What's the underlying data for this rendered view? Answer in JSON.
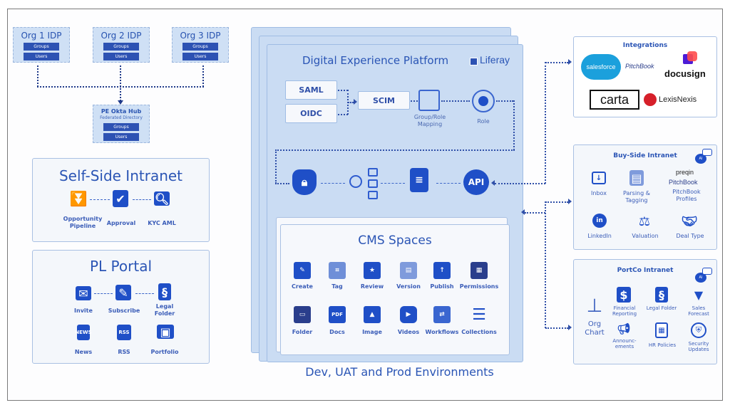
{
  "idp_sources": [
    {
      "title": "Org 1 IDP",
      "groups": "Groups",
      "users": "Users"
    },
    {
      "title": "Org 2 IDP",
      "groups": "Groups",
      "users": "Users"
    },
    {
      "title": "Org 3 IDP",
      "groups": "Groups",
      "users": "Users"
    }
  ],
  "okta_hub": {
    "title": "PE Okta Hub",
    "subtitle": "Federated Directory",
    "groups": "Groups",
    "users": "Users"
  },
  "self_side_intranet": {
    "title": "Self-Side Intranet",
    "steps": [
      {
        "icon": "funnel-icon",
        "label": "Opportunity Pipeline"
      },
      {
        "icon": "approval-icon",
        "label": "Approval"
      },
      {
        "icon": "kyc-search-icon",
        "label": "KYC AML"
      }
    ]
  },
  "pl_portal": {
    "title": "PL Portal",
    "row1": [
      {
        "icon": "envelope-icon",
        "label": "Invite"
      },
      {
        "icon": "subscribe-icon",
        "label": "Subscribe"
      },
      {
        "icon": "legal-document-icon",
        "label": "Legal Folder"
      }
    ],
    "row2": [
      {
        "icon": "newspaper-icon",
        "label": "News"
      },
      {
        "icon": "rss-icon",
        "label": "RSS"
      },
      {
        "icon": "portfolio-monitor-icon",
        "label": "Portfolio"
      }
    ]
  },
  "dxp": {
    "title": "Digital Experience Platform",
    "brand": "Liferay",
    "auth": [
      "SAML",
      "OIDC"
    ],
    "scim": "SCIM",
    "mapping_label": "Group/Role Mapping",
    "role_label": "Role",
    "pipeline_icons": [
      "secure-user-icon",
      "content-types-icon",
      "document-search-icon",
      "api-gear-icon"
    ],
    "api_label": "API",
    "environments": "Dev, UAT and Prod Environments"
  },
  "cms": {
    "title": "CMS Spaces",
    "row1": [
      {
        "icon": "create-icon",
        "label": "Create"
      },
      {
        "icon": "tag-icon",
        "label": "Tag"
      },
      {
        "icon": "review-icon",
        "label": "Review"
      },
      {
        "icon": "version-icon",
        "label": "Version"
      },
      {
        "icon": "publish-icon",
        "label": "Publish"
      },
      {
        "icon": "permissions-icon",
        "label": "Permissions"
      }
    ],
    "row2": [
      {
        "icon": "folder-icon",
        "label": "Folder"
      },
      {
        "icon": "docs-icon",
        "label": "Docs",
        "glyph": "PDF"
      },
      {
        "icon": "image-icon",
        "label": "Image"
      },
      {
        "icon": "videos-icon",
        "label": "Videos"
      },
      {
        "icon": "workflows-icon",
        "label": "Workflows"
      },
      {
        "icon": "collections-icon",
        "label": "Collections"
      }
    ]
  },
  "integrations": {
    "title": "Integrations",
    "logos": [
      "salesforce",
      "PitchBook",
      "docusign",
      "carta",
      "LexisNexis"
    ]
  },
  "buy_side_intranet": {
    "title": "Buy-Side Intranet",
    "ai_badge": "AI",
    "items": [
      {
        "icon": "inbox-icon",
        "label": "Inbox"
      },
      {
        "icon": "parsing-icon",
        "label": "Parsing & Tagging"
      },
      {
        "icon": "pitchbook-icon",
        "label": "PitchBook Profiles",
        "logos": [
          "preqin",
          "PitchBook"
        ]
      },
      {
        "icon": "linkedin-icon",
        "label": "LinkedIn",
        "glyph": "in"
      },
      {
        "icon": "valuation-icon",
        "label": "Valuation"
      },
      {
        "icon": "handshake-icon",
        "label": "Deal Type"
      }
    ]
  },
  "portco_intranet": {
    "title": "PortCo Intranet",
    "ai_badge": "AI",
    "org_chart": "Org Chart",
    "items": [
      {
        "icon": "financial-report-icon",
        "label": "Financial Reporting"
      },
      {
        "icon": "legal-document-icon",
        "label": "Legal Folder"
      },
      {
        "icon": "sales-forecast-icon",
        "label": "Sales Forecast"
      },
      {
        "icon": "megaphone-icon",
        "label": "Announc-ements"
      },
      {
        "icon": "notebook-icon",
        "label": "HR Policies"
      },
      {
        "icon": "shield-icon",
        "label": "Security Updates"
      }
    ]
  }
}
